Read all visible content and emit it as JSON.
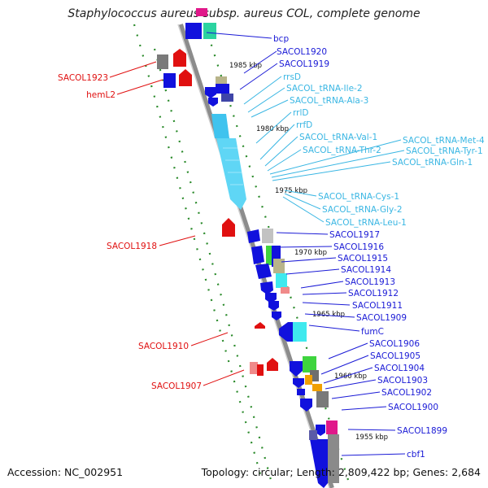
{
  "title": "Staphylococcus aureus subsp. aureus COL, complete genome",
  "accession_text": "Accession: NC_002951",
  "topology_text": "Topology: circular; Length: 2,809,422 bp; Genes: 2,684",
  "scale_labels": [
    "1985 kbp",
    "1980 kbp",
    "1975 kbp",
    "1970 kbp",
    "1965 kbp",
    "1960 kbp",
    "1955 kbp"
  ],
  "colors": {
    "forward_cds": "#1111dd",
    "reverse_cds": "#ee1111",
    "rrna": "#3fc3ee",
    "trna": "#3fc3ee",
    "backbone": "#8c8c8c",
    "gc_skew_green": "#2a8a2a"
  },
  "labels_blue": [
    "bcp",
    "SACOL1920",
    "SACOL1919",
    "SACOL1917",
    "SACOL1916",
    "SACOL1915",
    "SACOL1914",
    "SACOL1913",
    "SACOL1912",
    "SACOL1911",
    "SACOL1909",
    "fumC",
    "SACOL1906",
    "SACOL1905",
    "SACOL1904",
    "SACOL1903",
    "SACOL1902",
    "SACOL1900",
    "SACOL1899",
    "cbf1"
  ],
  "labels_cyan": [
    "rrsD",
    "SACOL_tRNA-Ile-2",
    "SACOL_tRNA-Ala-3",
    "rrlD",
    "rrfD",
    "SACOL_tRNA-Val-1",
    "SACOL_tRNA-Thr-2",
    "SACOL_tRNA-Met-4",
    "SACOL_tRNA-Tyr-1",
    "SACOL_tRNA-Gln-1",
    "SACOL_tRNA-Cys-1",
    "SACOL_tRNA-Gly-2",
    "SACOL_tRNA-Leu-1"
  ],
  "labels_red": [
    "SACOL1923",
    "hemL2",
    "SACOL1918",
    "SACOL1910",
    "SACOL1907"
  ]
}
